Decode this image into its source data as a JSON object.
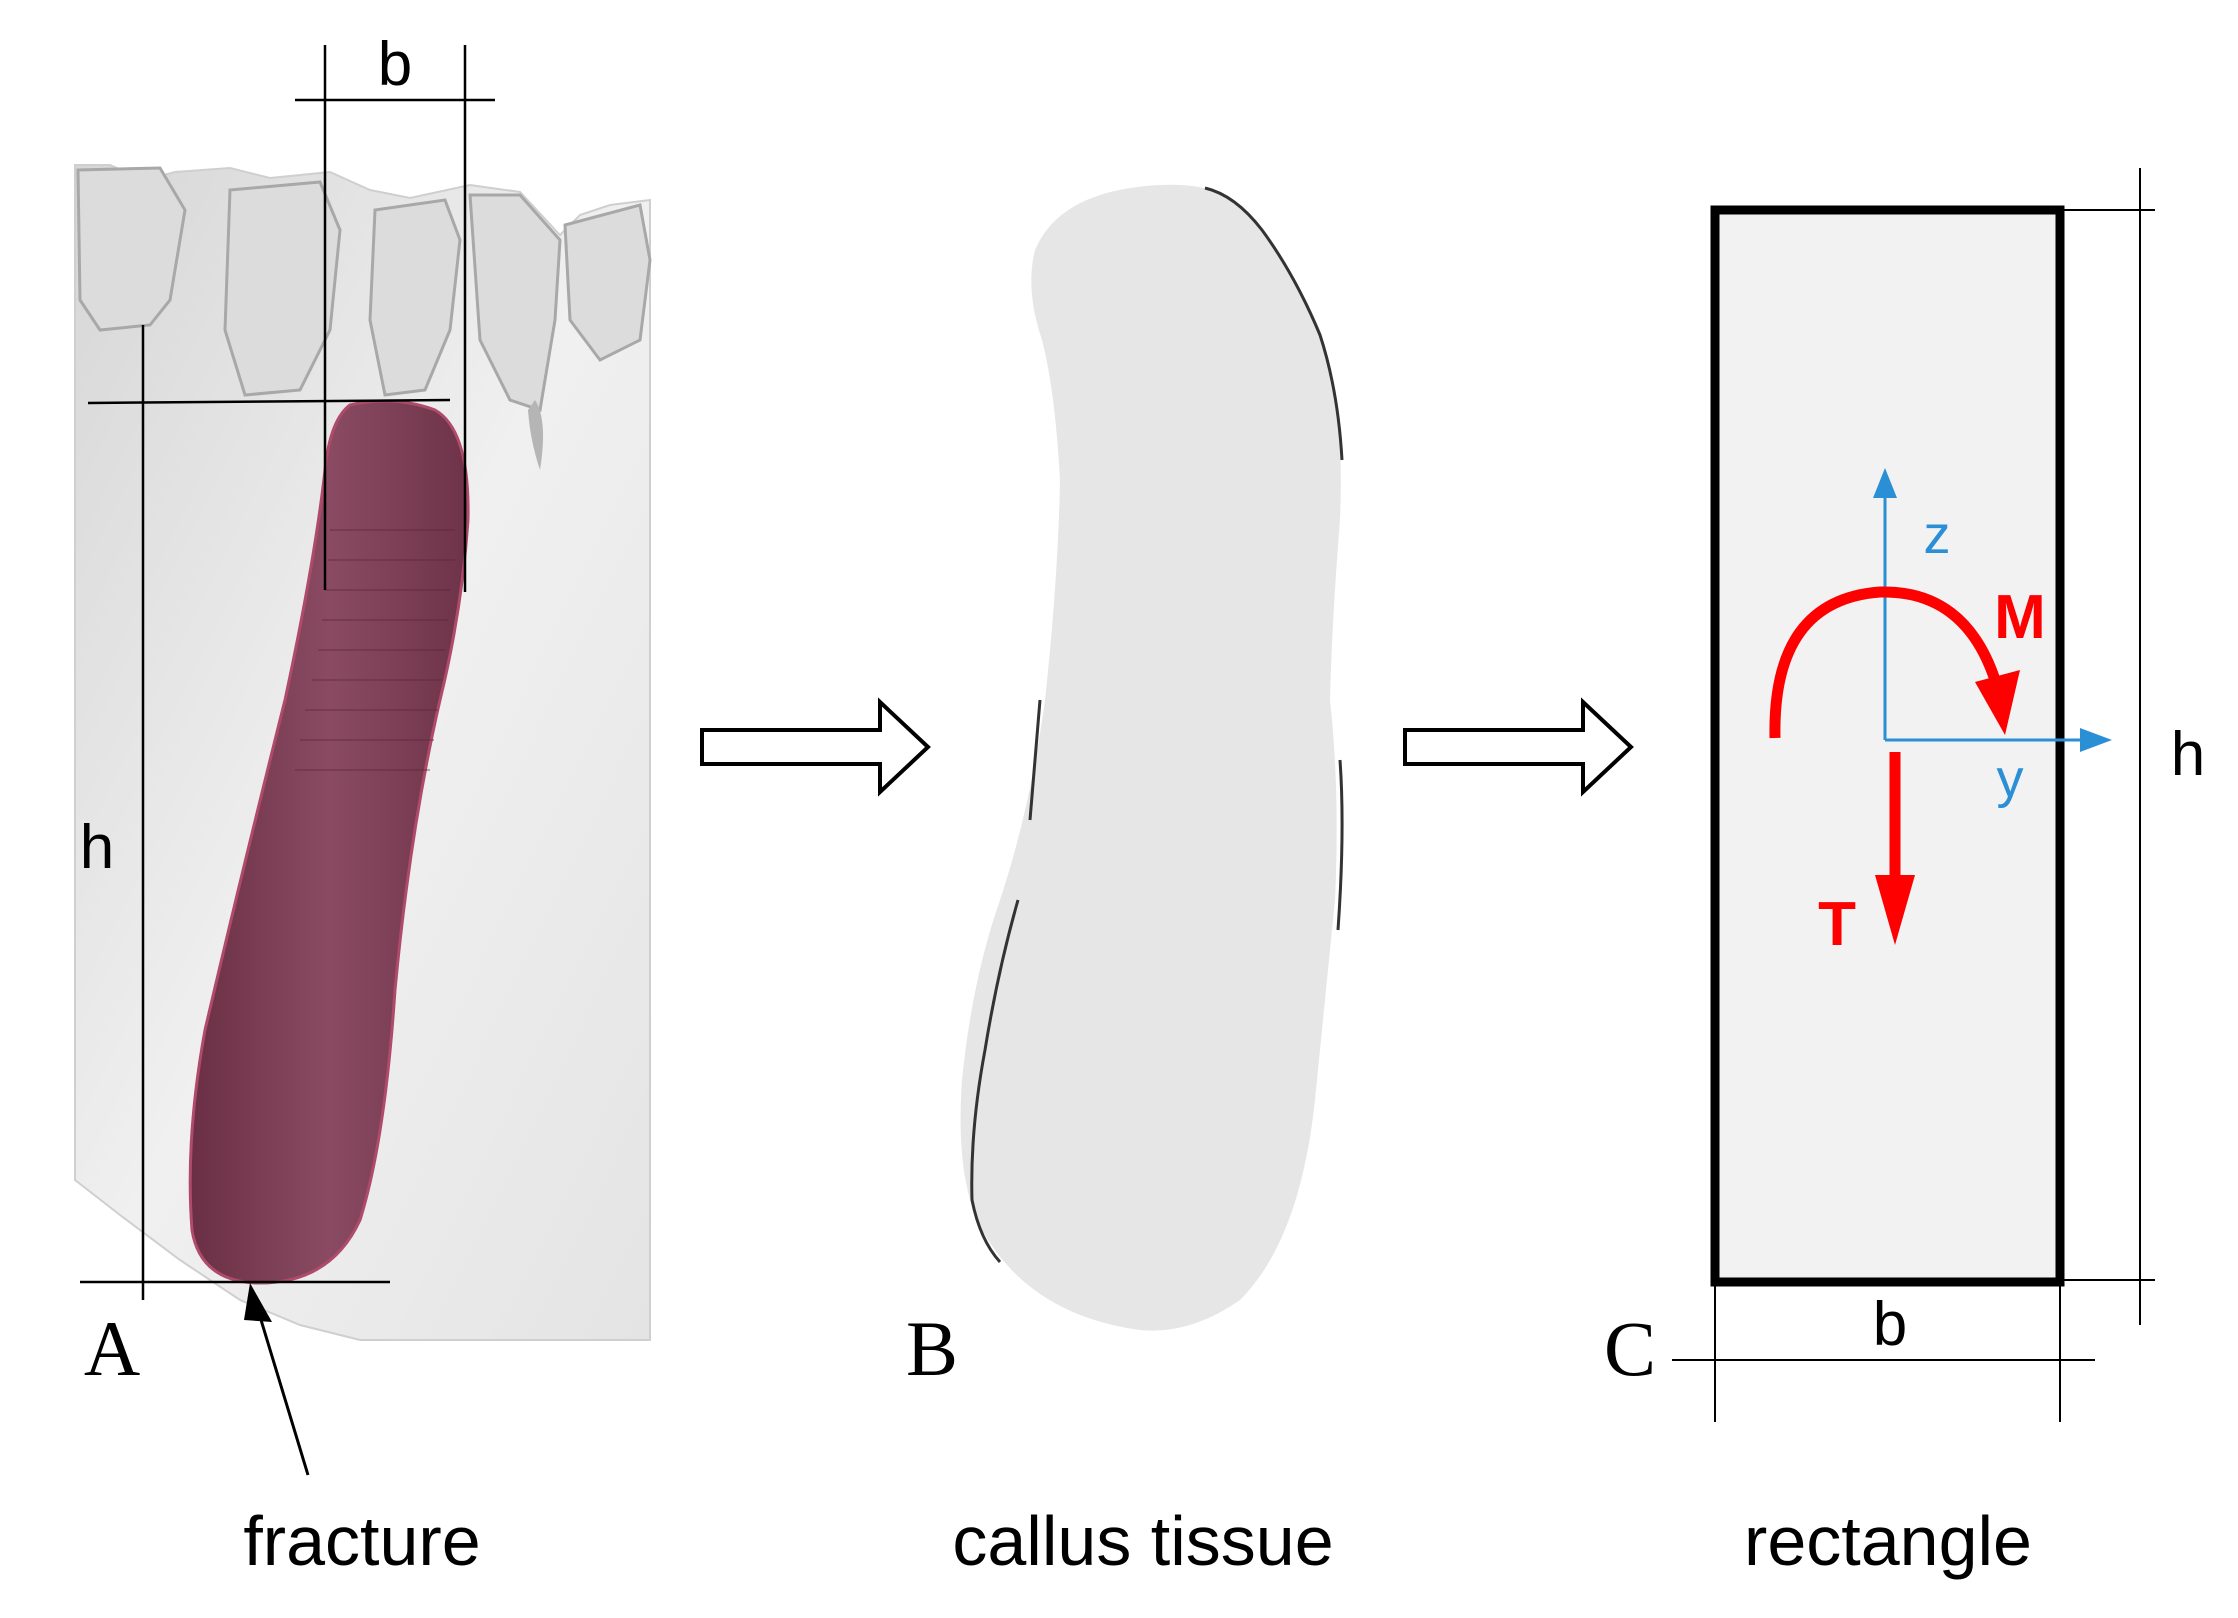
{
  "panel_a": {
    "letter": "A",
    "caption": "fracture",
    "dim_b": "b",
    "dim_h": "h"
  },
  "panel_b": {
    "letter": "B",
    "caption": "callus tissue"
  },
  "panel_c": {
    "letter": "C",
    "caption": "rectangle",
    "dim_b": "b",
    "dim_h": "h",
    "axis_z": "z",
    "axis_y": "y",
    "moment": "M",
    "force": "T"
  },
  "colors": {
    "fracture_fill": "#7a3b52",
    "callus_fill": "#e6e6e6",
    "rectangle_fill": "#f2f2f2",
    "load_red": "#ff0000",
    "axis_blue": "#2b8fd6",
    "line": "#000000"
  }
}
